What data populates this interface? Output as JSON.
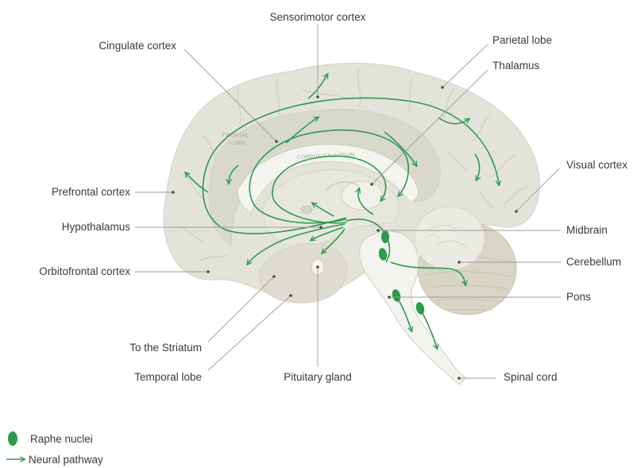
{
  "labels": {
    "sensorimotor_cortex": "Sensorimotor cortex",
    "cingulate_cortex": "Cingulate cortex",
    "parietal_lobe": "Parietal lobe",
    "thalamus": "Thalamus",
    "visual_cortex": "Visual cortex",
    "prefrontal_cortex": "Prefrontal cortex",
    "hypothalamus": "Hypothalamus",
    "midbrain": "Midbrain",
    "orbitofrontal_cortex": "Orbitofrontal cortex",
    "cerebellum": "Cerebellum",
    "pons": "Pons",
    "to_the_striatum": "To the Striatum",
    "temporal_lobe": "Temporal lobe",
    "pituitary_gland": "Pituitary gland",
    "spinal_cord": "Spinal cord"
  },
  "inner_labels": {
    "frontal_lobe_line1": "FRONTAL",
    "frontal_lobe_line2": "LOBE",
    "corpus_callosum": "CORPUS CALLOSUM"
  },
  "legend": {
    "raphe_nuclei": "Raphe nuclei",
    "neural_pathway": "Neural pathway"
  },
  "colors": {
    "pathway": "#2e9a4e",
    "brain_fill": "#e4e3da",
    "cortex_inner": "#d6d5cb",
    "cerebellum": "#d8d5c4",
    "brainstem": "#f3f3ef"
  }
}
